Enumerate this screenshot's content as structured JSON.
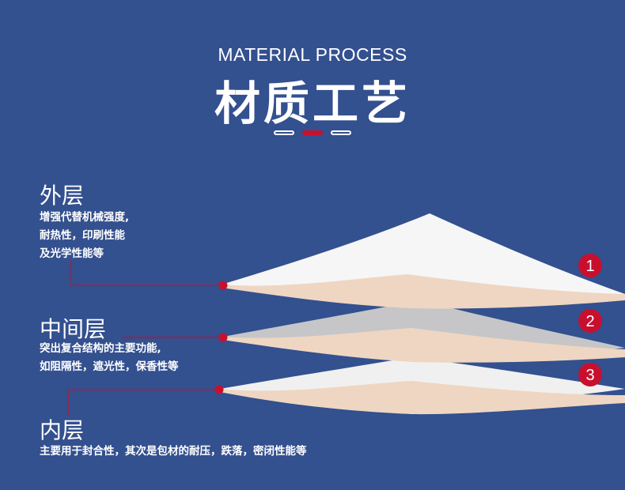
{
  "header": {
    "title_en": "MATERIAL PROCESS",
    "title_cn": "材质工艺"
  },
  "theme": {
    "background": "#33508f",
    "accent": "#c8102e",
    "paper_white": "#f6f6f6",
    "paper_gray": "#c4c4c6",
    "paper_edge": "#f0d8c4"
  },
  "layers": [
    {
      "badge": "1",
      "title": "外层",
      "lines": [
        "增强代替机械强度,",
        "耐热性，印刷性能",
        "及光学性能等"
      ]
    },
    {
      "badge": "2",
      "title": "中间层",
      "lines": [
        "突出复合结构的主要功能,",
        "如阻隔性，遮光性，保香性等"
      ]
    },
    {
      "badge": "3",
      "title": "内层",
      "lines": [
        "主要用于封合性，其次是包材的耐压，跌落，密闭性能等"
      ]
    }
  ]
}
